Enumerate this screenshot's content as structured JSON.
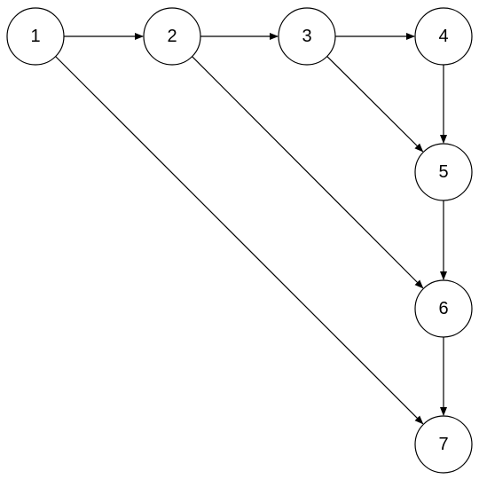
{
  "diagram": {
    "nodes": [
      {
        "id": "1",
        "label": "1"
      },
      {
        "id": "2",
        "label": "2"
      },
      {
        "id": "3",
        "label": "3"
      },
      {
        "id": "4",
        "label": "4"
      },
      {
        "id": "5",
        "label": "5"
      },
      {
        "id": "6",
        "label": "6"
      },
      {
        "id": "7",
        "label": "7"
      }
    ],
    "edges": [
      {
        "from": "1",
        "to": "2"
      },
      {
        "from": "2",
        "to": "3"
      },
      {
        "from": "3",
        "to": "4"
      },
      {
        "from": "4",
        "to": "5"
      },
      {
        "from": "3",
        "to": "5"
      },
      {
        "from": "5",
        "to": "6"
      },
      {
        "from": "2",
        "to": "6"
      },
      {
        "from": "6",
        "to": "7"
      },
      {
        "from": "1",
        "to": "7"
      }
    ],
    "stroke_color": "#000000",
    "node_fill": "#ffffff"
  }
}
